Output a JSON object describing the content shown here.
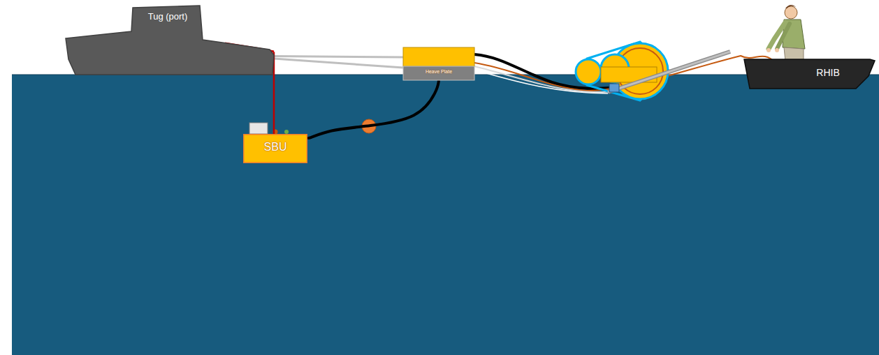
{
  "diagram": {
    "nodes": [
      {
        "text": [
          "Tug (port)"
        ]
      },
      {
        "text": [
          "SBU"
        ]
      },
      {
        "text": [
          "Heave Plate"
        ]
      },
      {
        "text": [
          "RHIB"
        ]
      }
    ],
    "edges": [
      {
        "from": 0,
        "to": 2,
        "arrow": "none"
      },
      {
        "from": 0,
        "to": 1,
        "arrow": "none"
      },
      {
        "from": 1,
        "to": 2,
        "arrow": "none"
      }
    ]
  }
}
